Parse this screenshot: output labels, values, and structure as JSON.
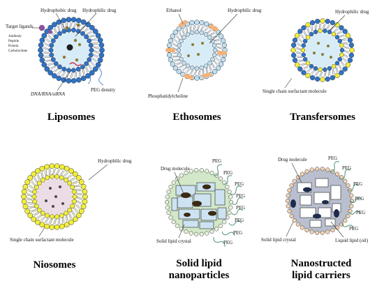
{
  "labels": {
    "liposomes": {
      "hydrophobic_drug": "Hydrophobic drug",
      "hydrophilic_drug": "Hydrophilic drug",
      "target_ligands": "Target ligands",
      "ligand_types": [
        "Antibody",
        "Peptide",
        "Protein",
        "Carbohydrate"
      ],
      "nucleic": "DNA/RNA/siRNA",
      "peg_density": "PEG density",
      "title": "Liposomes"
    },
    "ethosomes": {
      "ethanol": "Ethanol",
      "hydrophilic_drug": "Hydrophilic drug",
      "phosphatidylcholine": "Phosphatidylcholine",
      "title": "Ethosomes"
    },
    "transfersomes": {
      "hydrophilic_drug": "Hydrophilic drug",
      "surfactant": "Single chain surfactant molecule",
      "title": "Transfersomes"
    },
    "niosomes": {
      "hydrophilic_drug": "Hydrophilic drug",
      "surfactant": "Single chain surfactant molecule",
      "title": "Niosomes"
    },
    "sln": {
      "drug_molecule": "Drug molecule",
      "peg": "PEG",
      "solid_lipid_crystal": "Solid lipid crystal",
      "title_line1": "Solid lipid",
      "title_line2": "nanoparticles"
    },
    "nlc": {
      "drug_molecule": "Drug molecule",
      "peg": "PEG",
      "solid_lipid_crystal": "Solid lipid crystal",
      "liquid_lipid": "Liquid lipid (oil)",
      "title_line1": "Nanostructed",
      "title_line2": "lipid carriers"
    }
  },
  "colors": {
    "head_blue": "#2f73c8",
    "head_light": "#bfe0f2",
    "head_yellow": "#f1ee3a",
    "head_tan": "#f3d3b1",
    "core_blue": "#d7ecf7",
    "core_pink": "#ecdce6",
    "core_green": "#d2e8c8",
    "core_gray": "#b9bfce",
    "drug_olive": "#8c7a36",
    "ethanol_orange": "#f3b27a",
    "peg_green": "#4a8f78",
    "ligand_purple": "#8e4f9c"
  }
}
